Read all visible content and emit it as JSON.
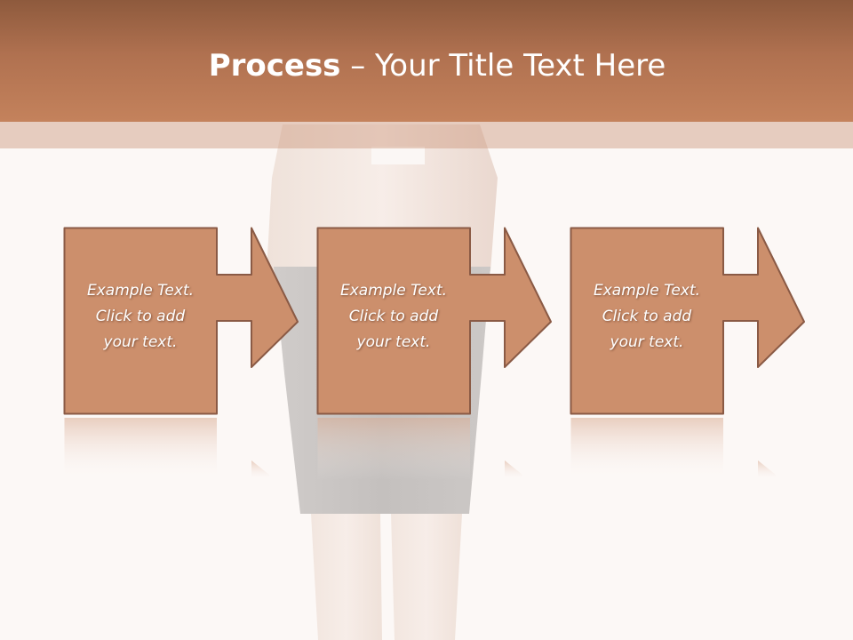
{
  "title": {
    "bold": "Process",
    "rest": " – Your Title Text Here"
  },
  "steps": [
    {
      "line1": "Example Text.",
      "line2": "Click  to add",
      "line3": "your text."
    },
    {
      "line1": "Example Text.",
      "line2": "Click  to add",
      "line3": "your text."
    },
    {
      "line1": "Example Text.",
      "line2": "Click  to add",
      "line3": "your text."
    }
  ],
  "colors": {
    "title_band_top": "#8e5a3d",
    "title_band_bottom": "#c4825c",
    "step_fill": "#cc8f6c",
    "step_border": "#8a5a45",
    "background": "#fcf8f6"
  }
}
